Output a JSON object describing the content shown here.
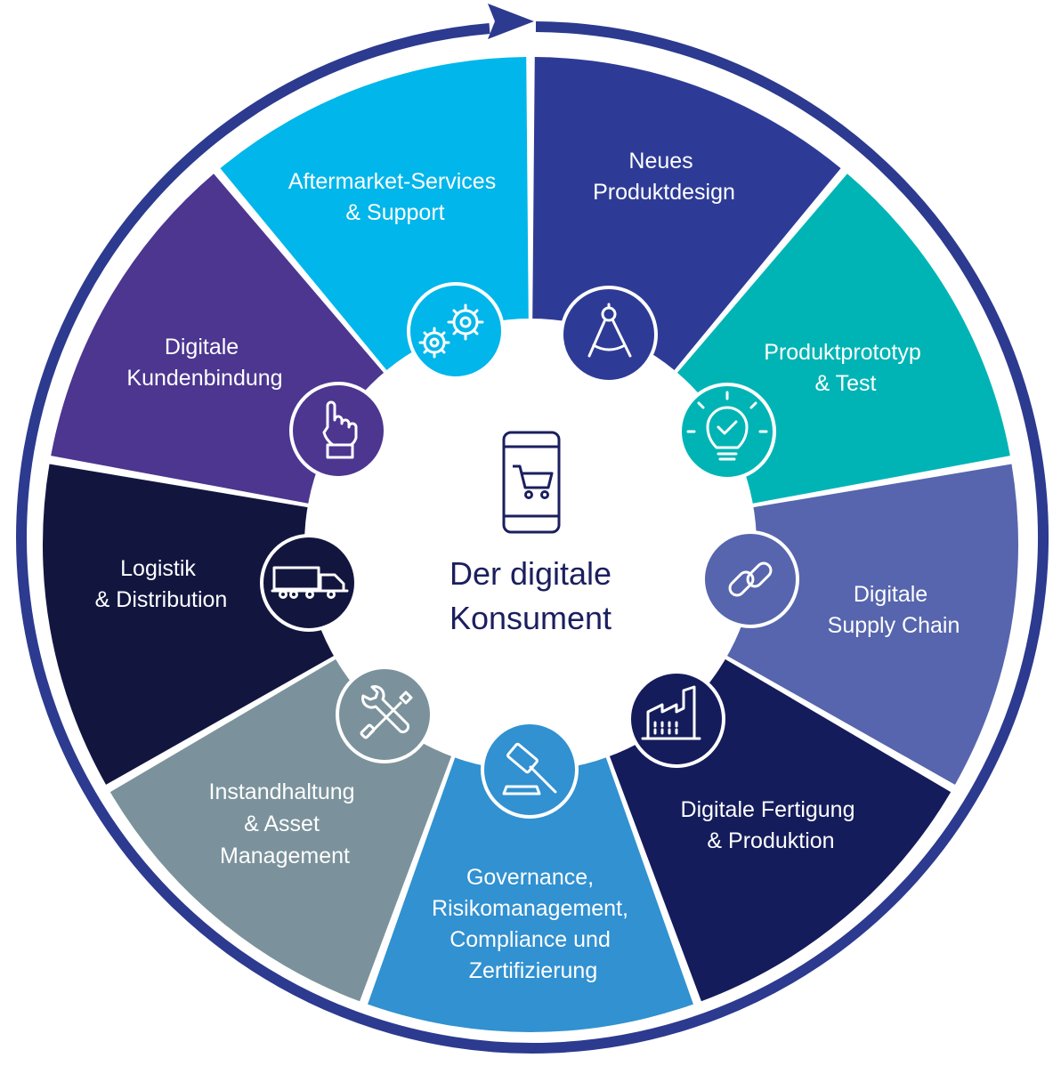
{
  "center": {
    "line1": "Der digitale",
    "line2": "Konsument",
    "icon": "smartphone-cart-icon"
  },
  "segments": [
    {
      "id": "aftermarket",
      "color": "#00b6ea",
      "icon": "gears-icon",
      "lines": [
        "Aftermarket-Services",
        "& Support"
      ]
    },
    {
      "id": "produktdesign",
      "color": "#2e3b96",
      "icon": "compass-icon",
      "lines": [
        "Neues",
        "Produktdesign"
      ]
    },
    {
      "id": "prototyp",
      "color": "#00b4b5",
      "icon": "lightbulb-icon",
      "lines": [
        "Produktprototyp",
        "& Test"
      ]
    },
    {
      "id": "supply-chain",
      "color": "#5665ad",
      "icon": "link-icon",
      "lines": [
        "Digitale",
        "Supply Chain"
      ]
    },
    {
      "id": "fertigung",
      "color": "#141c5b",
      "icon": "factory-icon",
      "lines": [
        "Digitale Fertigung",
        "& Produktion"
      ]
    },
    {
      "id": "governance",
      "color": "#3191d1",
      "icon": "gavel-icon",
      "lines": [
        "Governance,",
        "Risikomanagement,",
        "Compliance und",
        "Zertifizierung"
      ]
    },
    {
      "id": "instandhaltung",
      "color": "#7b929c",
      "icon": "wrench-screwdriver-icon",
      "lines": [
        "Instandhaltung",
        "& Asset",
        "Management"
      ]
    },
    {
      "id": "logistik",
      "color": "#12163f",
      "icon": "truck-icon",
      "lines": [
        "Logistik",
        "& Distribution"
      ]
    },
    {
      "id": "kundenbindung",
      "color": "#4c3690",
      "icon": "hand-pointer-icon",
      "lines": [
        "Digitale",
        "Kundenbindung"
      ]
    }
  ],
  "colors": {
    "ring": "#2c3a8f",
    "center_fill": "#ffffff",
    "center_text": "#1b1f5e"
  }
}
